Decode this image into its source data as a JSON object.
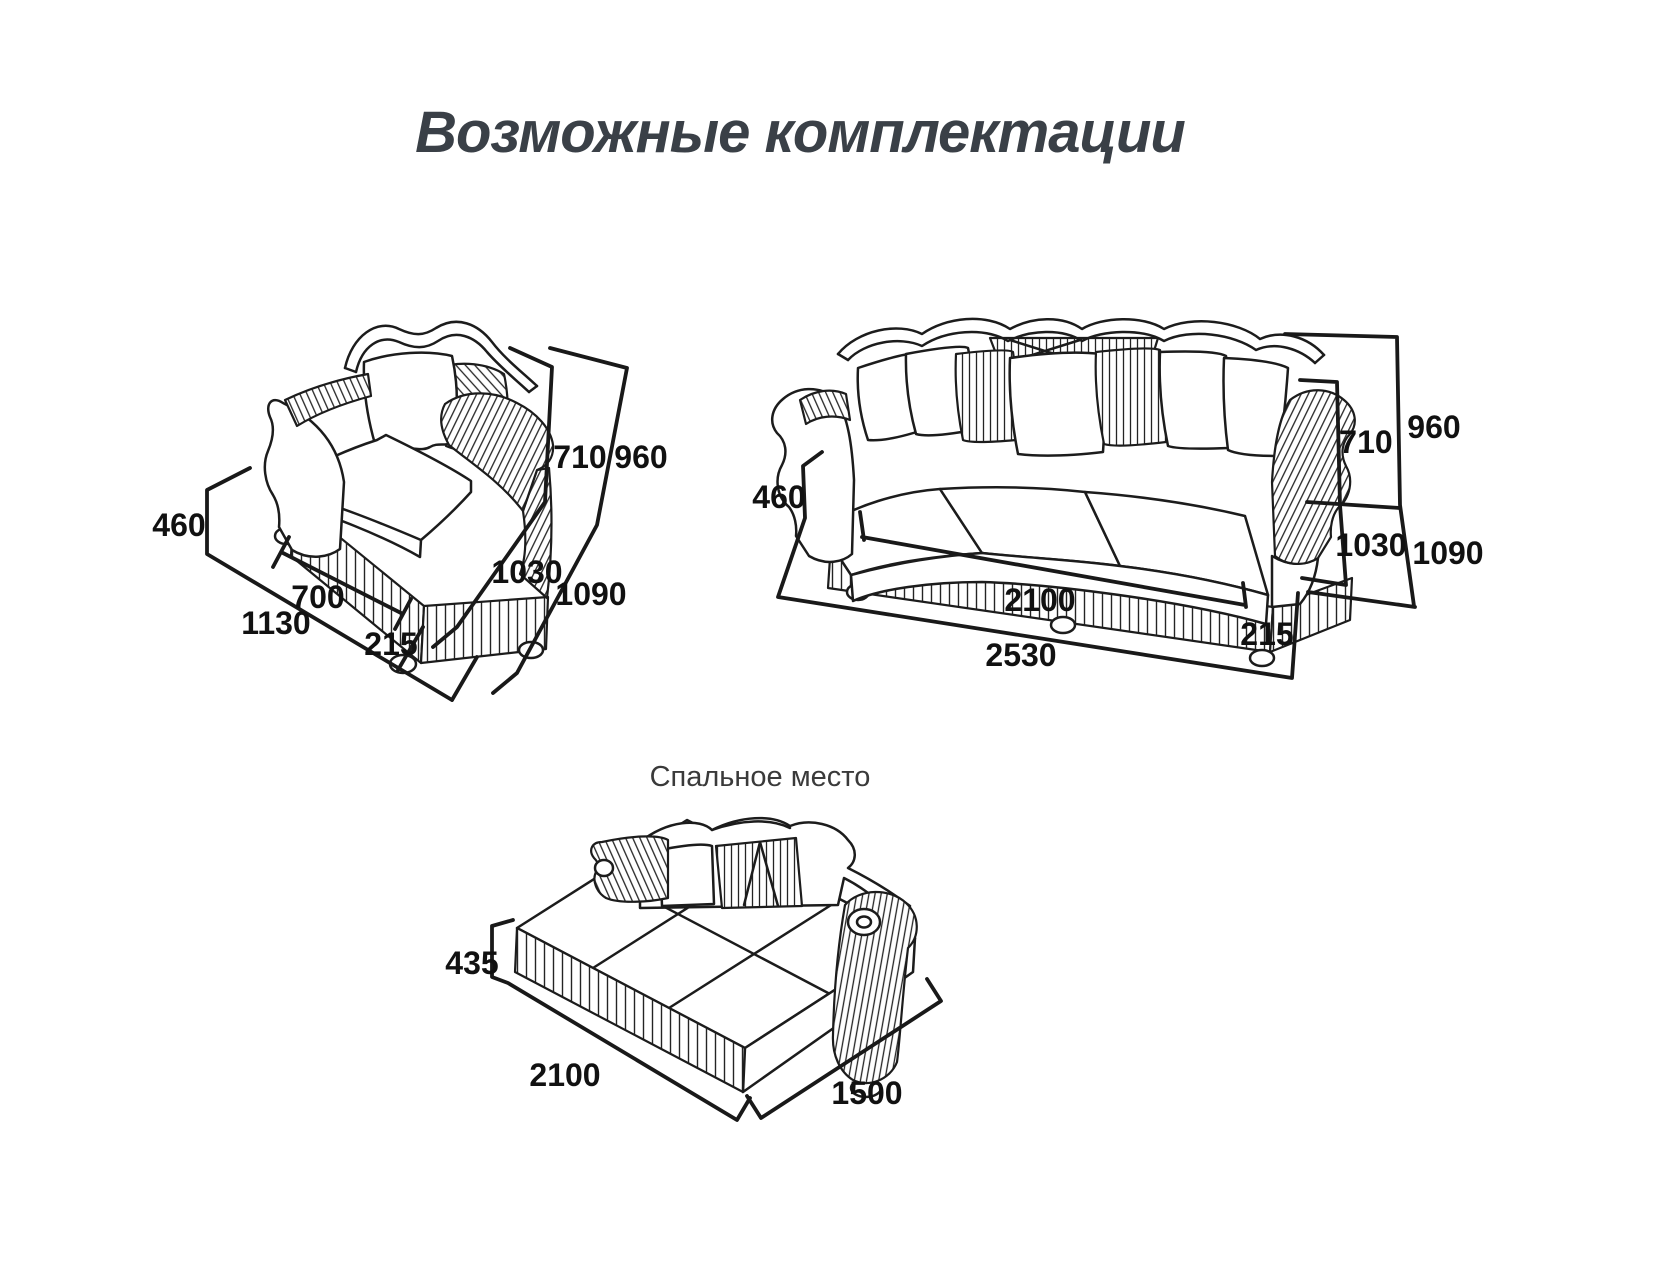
{
  "page": {
    "title": "Возможные комплектации",
    "background": "#ffffff",
    "line_color": "#1c1c1c",
    "label_color": "#111111",
    "title_color": "#3a4047"
  },
  "armchair": {
    "name": "armchair-with-dimensions",
    "height_seat": "460",
    "seat_width": "700",
    "total_width": "1130",
    "arm_width": "215",
    "seat_depth": "1030",
    "total_depth": "1090",
    "back_height": "710",
    "total_height": "960"
  },
  "sofa": {
    "name": "three-seat-sofa-with-dimensions",
    "height_seat": "460",
    "seat_width": "2100",
    "arm_width": "215",
    "total_width": "2530",
    "back_height": "710",
    "total_height": "960",
    "seat_depth": "1030",
    "total_depth": "1090"
  },
  "sofa_bed": {
    "name": "sofa-bed-unfolded-with-dimensions",
    "label": "Спальное место",
    "height": "435",
    "length": "2100",
    "width": "1500"
  }
}
